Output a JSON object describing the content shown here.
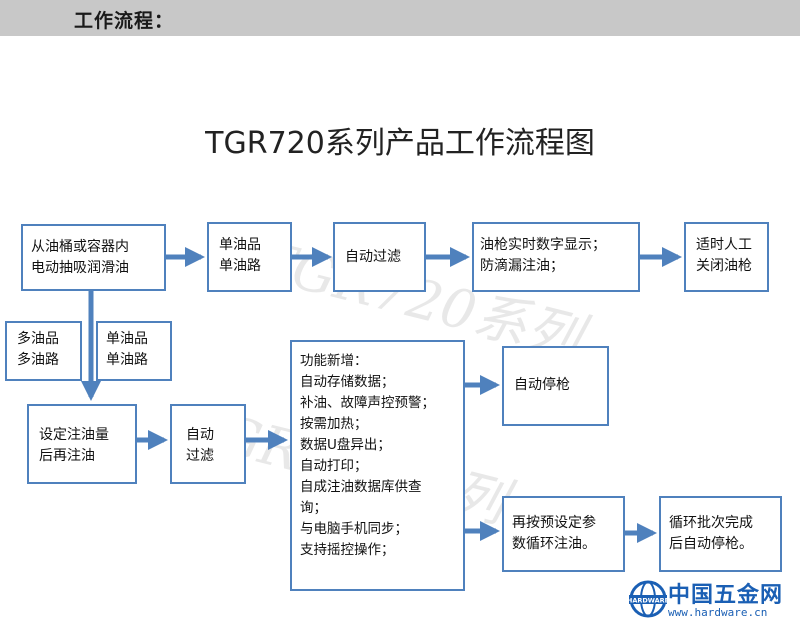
{
  "header": {
    "title": "工作流程："
  },
  "diagram": {
    "title": "TGR720系列产品工作流程图",
    "watermarks": [
      "TGR720系列",
      "TGR720系列"
    ],
    "nodes": {
      "source": [
        "从油桶或容器内",
        "电动抽吸润滑油"
      ],
      "single_line_top": [
        "单油品",
        "单油路"
      ],
      "auto_filter_top": [
        "自动过滤"
      ],
      "gun_display": [
        "油枪实时数字显示；",
        "防滴漏注油；"
      ],
      "timely_close": [
        "适时人工",
        "关闭油枪"
      ],
      "multi_option": [
        "多油品",
        "多油路"
      ],
      "single_option": [
        "单油品",
        "单油路"
      ],
      "set_volume": [
        "设定注油量",
        "后再注油"
      ],
      "auto_filter_mid": [
        "自动",
        "过滤"
      ],
      "features": [
        "功能新增：",
        "自动存储数据；",
        "补油、故障声控预警；",
        "按需加热；",
        "数据U盘异出；",
        "自动打印；",
        "自成注油数据库供查",
        "询；",
        "与电脑手机同步；",
        "支持摇控操作；"
      ],
      "auto_stop": [
        "自动停枪"
      ],
      "preset_cycle": [
        "再按预设定参",
        "数循环注油。"
      ],
      "batch_stop": [
        "循环批次完成",
        "后自动停枪。"
      ]
    }
  },
  "logo": {
    "name": "中国五金网",
    "url": "www.hardware.cn",
    "badge": "HARDWARE"
  },
  "colors": {
    "box_border": "#4f81bd",
    "arrow": "#4f81bd",
    "header_bg": "#c8c8c8",
    "logo": "#1a5fb4"
  }
}
